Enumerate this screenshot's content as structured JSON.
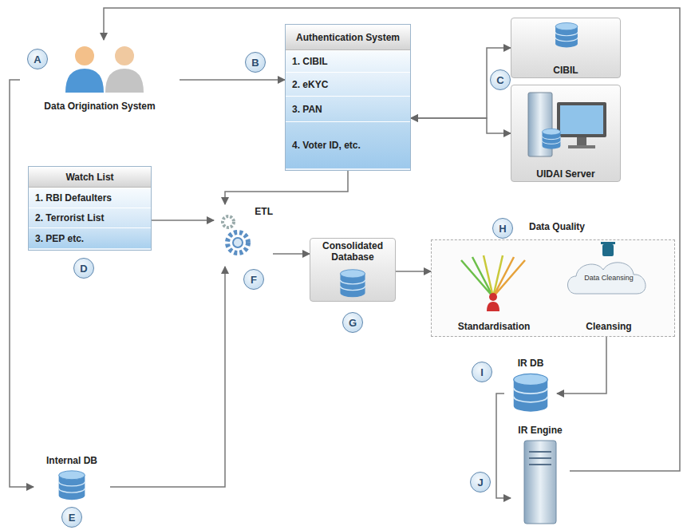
{
  "diagram": {
    "nodes": [
      {
        "text": [
          "Data Origination System"
        ]
      },
      {
        "text": [
          "Authentication System",
          "1. CIBIL",
          "2. eKYC",
          "3. PAN",
          "4. Voter ID, etc."
        ]
      },
      {
        "text": [
          "CIBIL"
        ]
      },
      {
        "text": [
          "UIDAI Server"
        ]
      },
      {
        "text": [
          "Watch List",
          "1. RBI Defaulters",
          "2. Terrorist List",
          "3. PEP etc."
        ]
      },
      {
        "text": [
          "ETL"
        ]
      },
      {
        "text": [
          "Consolidated Database"
        ]
      },
      {
        "text": [
          "Data Quality"
        ]
      },
      {
        "text": [
          "Standardisation"
        ],
        "in": 7
      },
      {
        "text": [
          "Data Cleansing",
          "Cleansing"
        ],
        "in": 7
      },
      {
        "text": [
          "IR DB"
        ]
      },
      {
        "text": [
          "IR Engine"
        ]
      },
      {
        "text": [
          "Internal DB"
        ]
      }
    ],
    "edges": [
      {
        "from": 0,
        "to": 1,
        "arrow": "to"
      },
      {
        "from": 1,
        "to": 2,
        "arrow": "both"
      },
      {
        "from": 1,
        "to": 3,
        "arrow": "both"
      },
      {
        "from": 1,
        "to": 5,
        "arrow": "to"
      },
      {
        "from": 4,
        "to": 5,
        "arrow": "to"
      },
      {
        "from": 0,
        "to": 12,
        "arrow": "to"
      },
      {
        "from": 12,
        "to": 5,
        "arrow": "to"
      },
      {
        "from": 5,
        "to": 6,
        "arrow": "to"
      },
      {
        "from": 6,
        "to": 7,
        "arrow": "to"
      },
      {
        "from": 7,
        "to": 10,
        "arrow": "to"
      },
      {
        "from": 10,
        "to": 11,
        "arrow": "to"
      },
      {
        "from": 11,
        "to": 0,
        "arrow": "to"
      }
    ],
    "labels": [
      "A",
      "B",
      "C",
      "D",
      "E",
      "F",
      "G",
      "H",
      "I",
      "J"
    ]
  }
}
